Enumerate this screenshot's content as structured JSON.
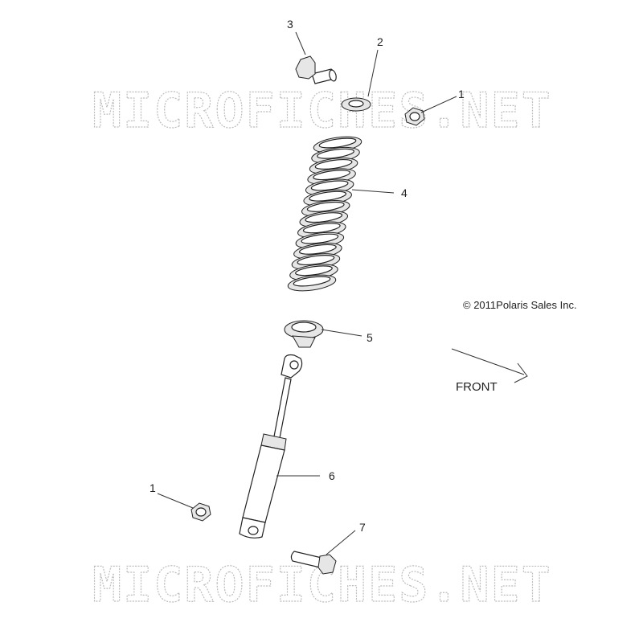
{
  "watermark": {
    "top": "MICROFICHES.NET",
    "bottom": "MICROFICHES.NET"
  },
  "copyright": "© 2011Polaris Sales Inc.",
  "front_label": "FRONT",
  "callouts": [
    {
      "id": "c3",
      "label": "3",
      "part": "bolt-top"
    },
    {
      "id": "c2",
      "label": "2",
      "part": "washer"
    },
    {
      "id": "c1a",
      "label": "1",
      "part": "nut-top"
    },
    {
      "id": "c4",
      "label": "4",
      "part": "coil-spring"
    },
    {
      "id": "c5",
      "label": "5",
      "part": "spring-retainer"
    },
    {
      "id": "c6",
      "label": "6",
      "part": "shock-absorber"
    },
    {
      "id": "c1b",
      "label": "1",
      "part": "nut-bottom"
    },
    {
      "id": "c7",
      "label": "7",
      "part": "bolt-bottom"
    }
  ]
}
